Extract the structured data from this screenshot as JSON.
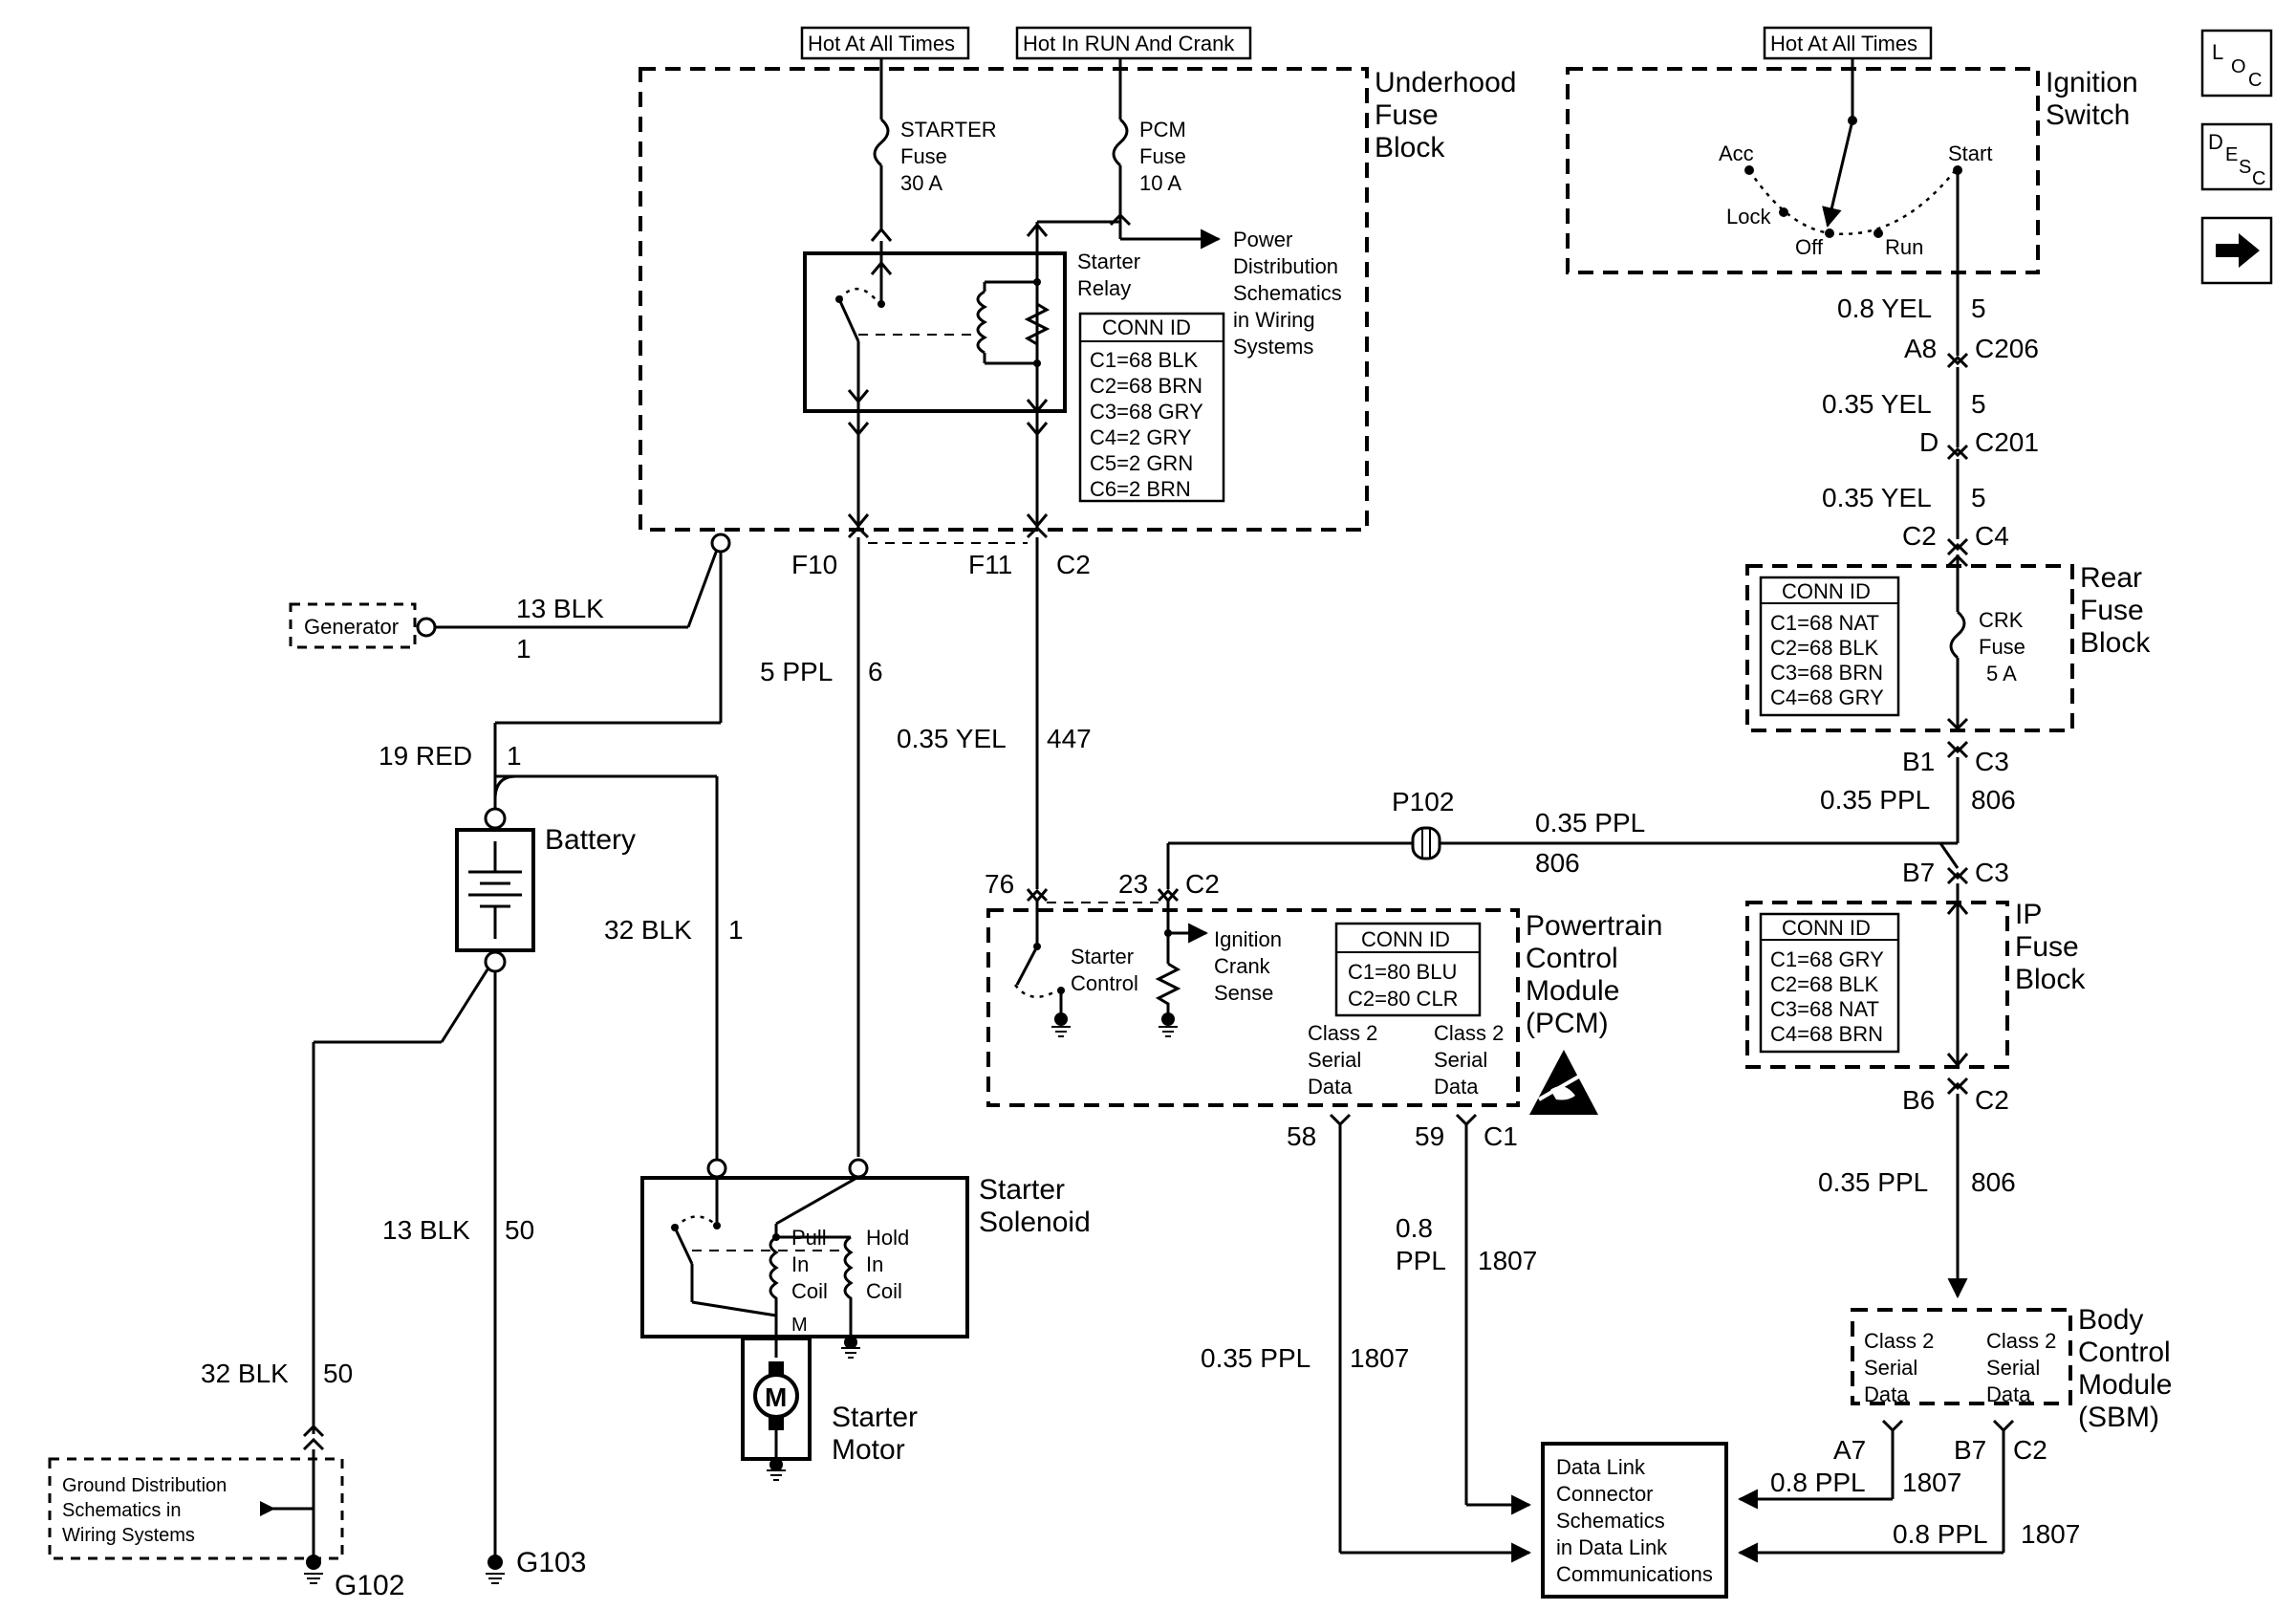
{
  "nav": {
    "loc": {
      "l": "L",
      "o": "O",
      "c": "C"
    },
    "desc": {
      "d": "D",
      "e": "E",
      "s": "S",
      "c": "C"
    }
  },
  "power_labels": {
    "hot_all_times_1": "Hot At All Times",
    "hot_run_crank": "Hot In RUN And Crank",
    "hot_all_times_2": "Hot At All Times"
  },
  "underhood": {
    "title": [
      "Underhood",
      "Fuse",
      "Block"
    ],
    "starter_fuse": [
      "STARTER",
      "Fuse",
      "30 A"
    ],
    "pcm_fuse": [
      "PCM",
      "Fuse",
      "10 A"
    ],
    "relay_label": [
      "Starter",
      "Relay"
    ],
    "power_dist": [
      "Power",
      "Distribution",
      "Schematics",
      "in Wiring",
      "Systems"
    ],
    "conn_title": "CONN ID",
    "conn_rows": [
      "C1=68 BLK",
      "C2=68 BRN",
      "C3=68 GRY",
      "C4=2 GRY",
      "C5=2 GRN",
      "C6=2 BRN"
    ]
  },
  "ignition": {
    "title": [
      "Ignition",
      "Switch"
    ],
    "positions": {
      "acc": "Acc",
      "start": "Start",
      "lock": "Lock",
      "off": "Off",
      "run": "Run"
    }
  },
  "wires": {
    "w_08yel": "0.8 YEL",
    "w_08yel_c": "5",
    "a8": "A8",
    "c206": "C206",
    "w_035yel_1": "0.35 YEL",
    "w_035yel_1c": "5",
    "d": "D",
    "c201": "C201",
    "w_035yel_2": "0.35 YEL",
    "w_035yel_2c": "5",
    "c2_top": "C2",
    "c4_top": "C4",
    "b1": "B1",
    "c3a": "C3",
    "w_035ppl_806a": "0.35 PPL",
    "w_806a": "806",
    "b7": "B7",
    "c3b": "C3",
    "p102": "P102",
    "w_035ppl_p": "0.35 PPL",
    "w_806p": "806",
    "b6": "B6",
    "c2_ip": "C2",
    "w_035ppl_806c": "0.35 PPL",
    "w_806c": "806",
    "f10": "F10",
    "f11": "F11",
    "c2_uh": "C2",
    "w_5ppl": "5 PPL",
    "w_6": "6",
    "w_035yel_447": "0.35 YEL",
    "w_447": "447",
    "gen_13blk": "13 BLK",
    "gen_1": "1",
    "w_19red": "19 RED",
    "w_19red_c": "1",
    "w_32blk_1": "32 BLK",
    "w_32blk_1c": "1",
    "w_13blk_50": "13 BLK",
    "w_50a": "50",
    "w_32blk_50": "32 BLK",
    "w_50b": "50",
    "pin76": "76",
    "pin23": "23",
    "c2_pcm": "C2",
    "pin58": "58",
    "pin59": "59",
    "c1_pcm": "C1",
    "w_08ppl_a": "0.8",
    "w_08ppl_b": "PPL",
    "w_1807a": "1807",
    "w_035ppl_1807": "0.35 PPL",
    "w_1807b": "1807",
    "a7": "A7",
    "b7_bcm": "B7",
    "c2_bcm": "C2",
    "w_08ppl_c": "0.8 PPL",
    "w_1807c": "1807",
    "w_08ppl_d": "0.8 PPL",
    "w_1807d": "1807"
  },
  "rear_fuse": {
    "title": [
      "Rear",
      "Fuse",
      "Block"
    ],
    "fuse": [
      "CRK",
      "Fuse",
      "5 A"
    ],
    "conn_title": "CONN ID",
    "conn_rows": [
      "C1=68 NAT",
      "C2=68 BLK",
      "C3=68 BRN",
      "C4=68 GRY"
    ]
  },
  "ip_fuse": {
    "title": [
      "IP",
      "Fuse",
      "Block"
    ],
    "conn_title": "CONN ID",
    "conn_rows": [
      "C1=68 GRY",
      "C2=68 BLK",
      "C3=68 NAT",
      "C4=68 BRN"
    ]
  },
  "pcm": {
    "title": [
      "Powertrain",
      "Control",
      "Module",
      "(PCM)"
    ],
    "starter_control": [
      "Starter",
      "Control"
    ],
    "ign_crank": [
      "Ignition",
      "Crank",
      "Sense"
    ],
    "conn_title": "CONN ID",
    "conn_rows": [
      "C1=80 BLU",
      "C2=80 CLR"
    ],
    "serial1": [
      "Class 2",
      "Serial",
      "Data"
    ],
    "serial2": [
      "Class 2",
      "Serial",
      "Data"
    ]
  },
  "generator": {
    "label": "Generator"
  },
  "battery": {
    "label": "Battery"
  },
  "solenoid": {
    "title": [
      "Starter",
      "Solenoid"
    ],
    "pull": [
      "Pull",
      "In",
      "Coil"
    ],
    "hold": [
      "Hold",
      "In",
      "Coil"
    ],
    "m": "M"
  },
  "motor": {
    "title": [
      "Starter",
      "Motor"
    ],
    "m": "M"
  },
  "bcm": {
    "title": [
      "Body",
      "Control",
      "Module",
      "(SBM)"
    ],
    "serial1": [
      "Class 2",
      "Serial",
      "Data"
    ],
    "serial2": [
      "Class 2",
      "Serial",
      "Data"
    ]
  },
  "dlc": {
    "label": [
      "Data Link",
      "Connector",
      "Schematics",
      "in Data Link",
      "Communications"
    ]
  },
  "ground_dist": {
    "label": [
      "Ground Distribution",
      "Schematics in",
      "Wiring Systems"
    ]
  },
  "grounds": {
    "g102": "G102",
    "g103": "G103"
  }
}
